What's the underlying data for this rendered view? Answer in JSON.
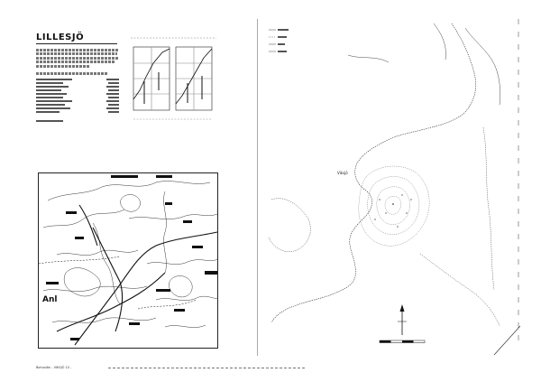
{
  "sheet": {
    "lake_name": "LILLESJÖ",
    "footer_text": "Bohuslän  -  VIKSJÖ 15 -"
  },
  "inset_map": {
    "labels": {
      "top": "",
      "town": "Anl"
    }
  },
  "lake_map": {
    "label_west": "Viksjö",
    "label_south": ""
  }
}
